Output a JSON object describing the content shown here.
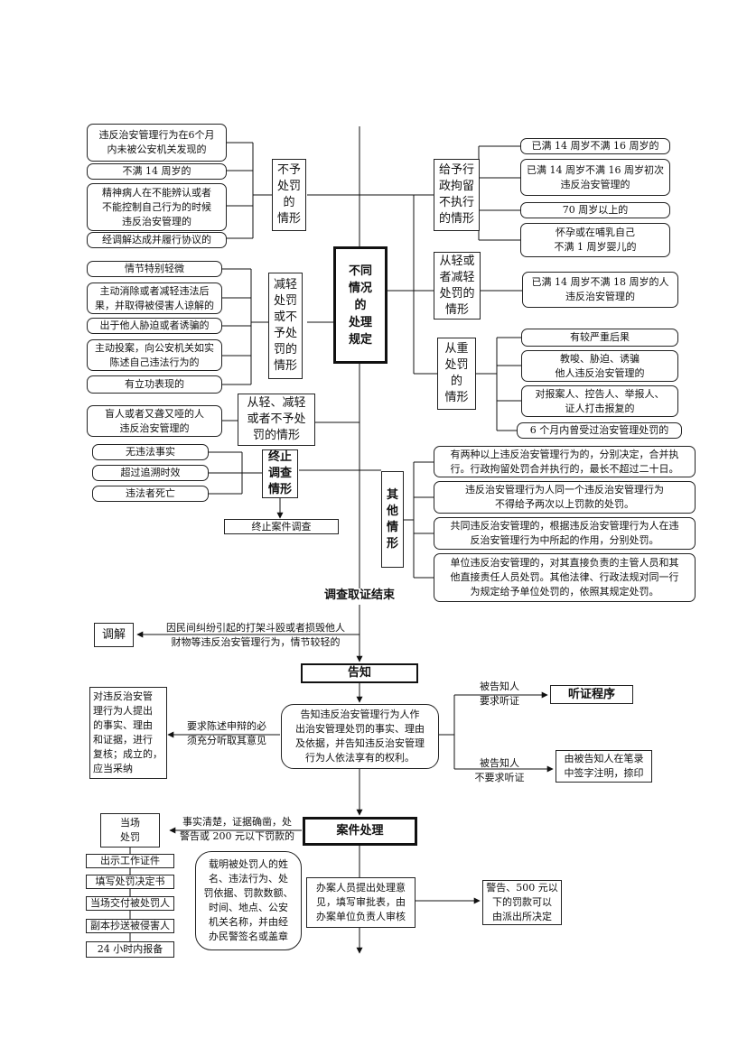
{
  "center": "不同\n情况\n的\n处理\n规定",
  "no_penalty": {
    "title": "不予\n处罚\n的\n情形",
    "items": [
      "违反治安管理行为在6个月\n内未被公安机关发现的",
      "不满 14 周岁的",
      "精神病人在不能辨认或者\n不能控制自己行为的时候\n违反治安管理的",
      "经调解达成并履行协议的"
    ]
  },
  "reduce": {
    "title": "减轻\n处罚\n或不\n予处\n罚的\n情形",
    "items": [
      "情节特别轻微",
      "主动消除或者减轻违法后\n果，并取得被侵害人谅解的",
      "出于他人胁迫或者诱骗的",
      "主动投案，向公安机关如实\n陈述自己违法行为的",
      "有立功表现的"
    ]
  },
  "lighter": {
    "title": "从轻、减轻\n或者不予处\n罚的情形",
    "item": "盲人或者又聋又哑的人\n违反治安管理的"
  },
  "terminate": {
    "title": "终止\n调查\n情形",
    "items": [
      "无违法事实",
      "超过追溯时效",
      "违法者死亡"
    ],
    "result": "终止案件调查"
  },
  "detention": {
    "title": "给予行\n政拘留\n不执行\n的情形",
    "items": [
      "已满 14 周岁不满 16 周岁的",
      "已满 14 周岁不满 16 周岁初次\n违反治安管理的",
      "70 周岁以上的",
      "怀孕或在哺乳自己\n不满 1 周岁婴儿的"
    ]
  },
  "light_reduce": {
    "title": "从轻或\n者减轻\n处罚的\n情形",
    "item": "已满 14 周岁不满 18 周岁的人\n违反治安管理的"
  },
  "heavy": {
    "title": "从重\n处罚\n的\n情形",
    "items": [
      "有较严重后果",
      "教唆、胁迫、诱骗\n他人违反治安管理的",
      "对报案人、控告人、举报人、\n证人打击报复的",
      "6 个月内曾受过治安管理处罚的"
    ]
  },
  "other": {
    "title": "其\n他\n情\n形",
    "items": [
      "有两种以上违反治安管理行为的，分别决定，合并执\n行。行政拘留处罚合并执行的，最长不超过二十日。",
      "违反治安管理行为人同一个违反治安管理行为\n不得给予两次以上罚款的处罚。",
      "共同违反治安管理的，根据违反治安管理行为人在违\n反治安管理行为中所起的作用，分别处罚。",
      "单位违反治安管理的，对其直接负责的主管人员和其\n他直接责任人员处罚。其他法律、行政法规对同一行\n为规定给予单位处罚的，依照其规定处罚。"
    ]
  },
  "flow": {
    "end_investigation": "调查取证结束",
    "mediation": "调解",
    "mediation_note": "因民间纠纷引起的打架斗殴或者损毁他人\n财物等违反治安管理行为，情节较轻的",
    "notify": "告知",
    "notify_content": "告知违反治安管理行为人作\n出治安管理处罚的事实、理由\n及依据，并告知违反治安管理\n行为人依法享有的权利。",
    "statement_note": "要求陈述申辩的必\n须充分听取其意见",
    "review": "对违反治安管\n理行为人提出\n的事实、理由\n和证据，进行\n复核；成立的，\n应当采纳",
    "request_hearing": "被告知人\n要求听证",
    "hearing": "听证程序",
    "no_hearing": "被告知人\n不要求听证",
    "sign": "由被告知人在笔录\n中签字注明，捺印",
    "case_handling": "案件处理",
    "on_spot": "当场\n处罚",
    "on_spot_note": "事实清楚，证据确凿，处\n警告或 200 元以下罚款的",
    "spot_steps": [
      "出示工作证件",
      "填写处罚决定书",
      "当场交付被处罚人",
      "副本抄送被侵害人",
      "24 小时内报备"
    ],
    "decision_content": "载明被处罚人的姓\n名、违法行为、处\n罚依据、罚款数额、\n时间、地点、公安\n机关名称，并由经\n办民警签名或盖章",
    "handling_content": "办案人员提出处理意\n见，填写审批表，由\n办案单位负责人审核",
    "police_station": "警告、500 元以\n下的罚款可以\n由派出所决定"
  }
}
